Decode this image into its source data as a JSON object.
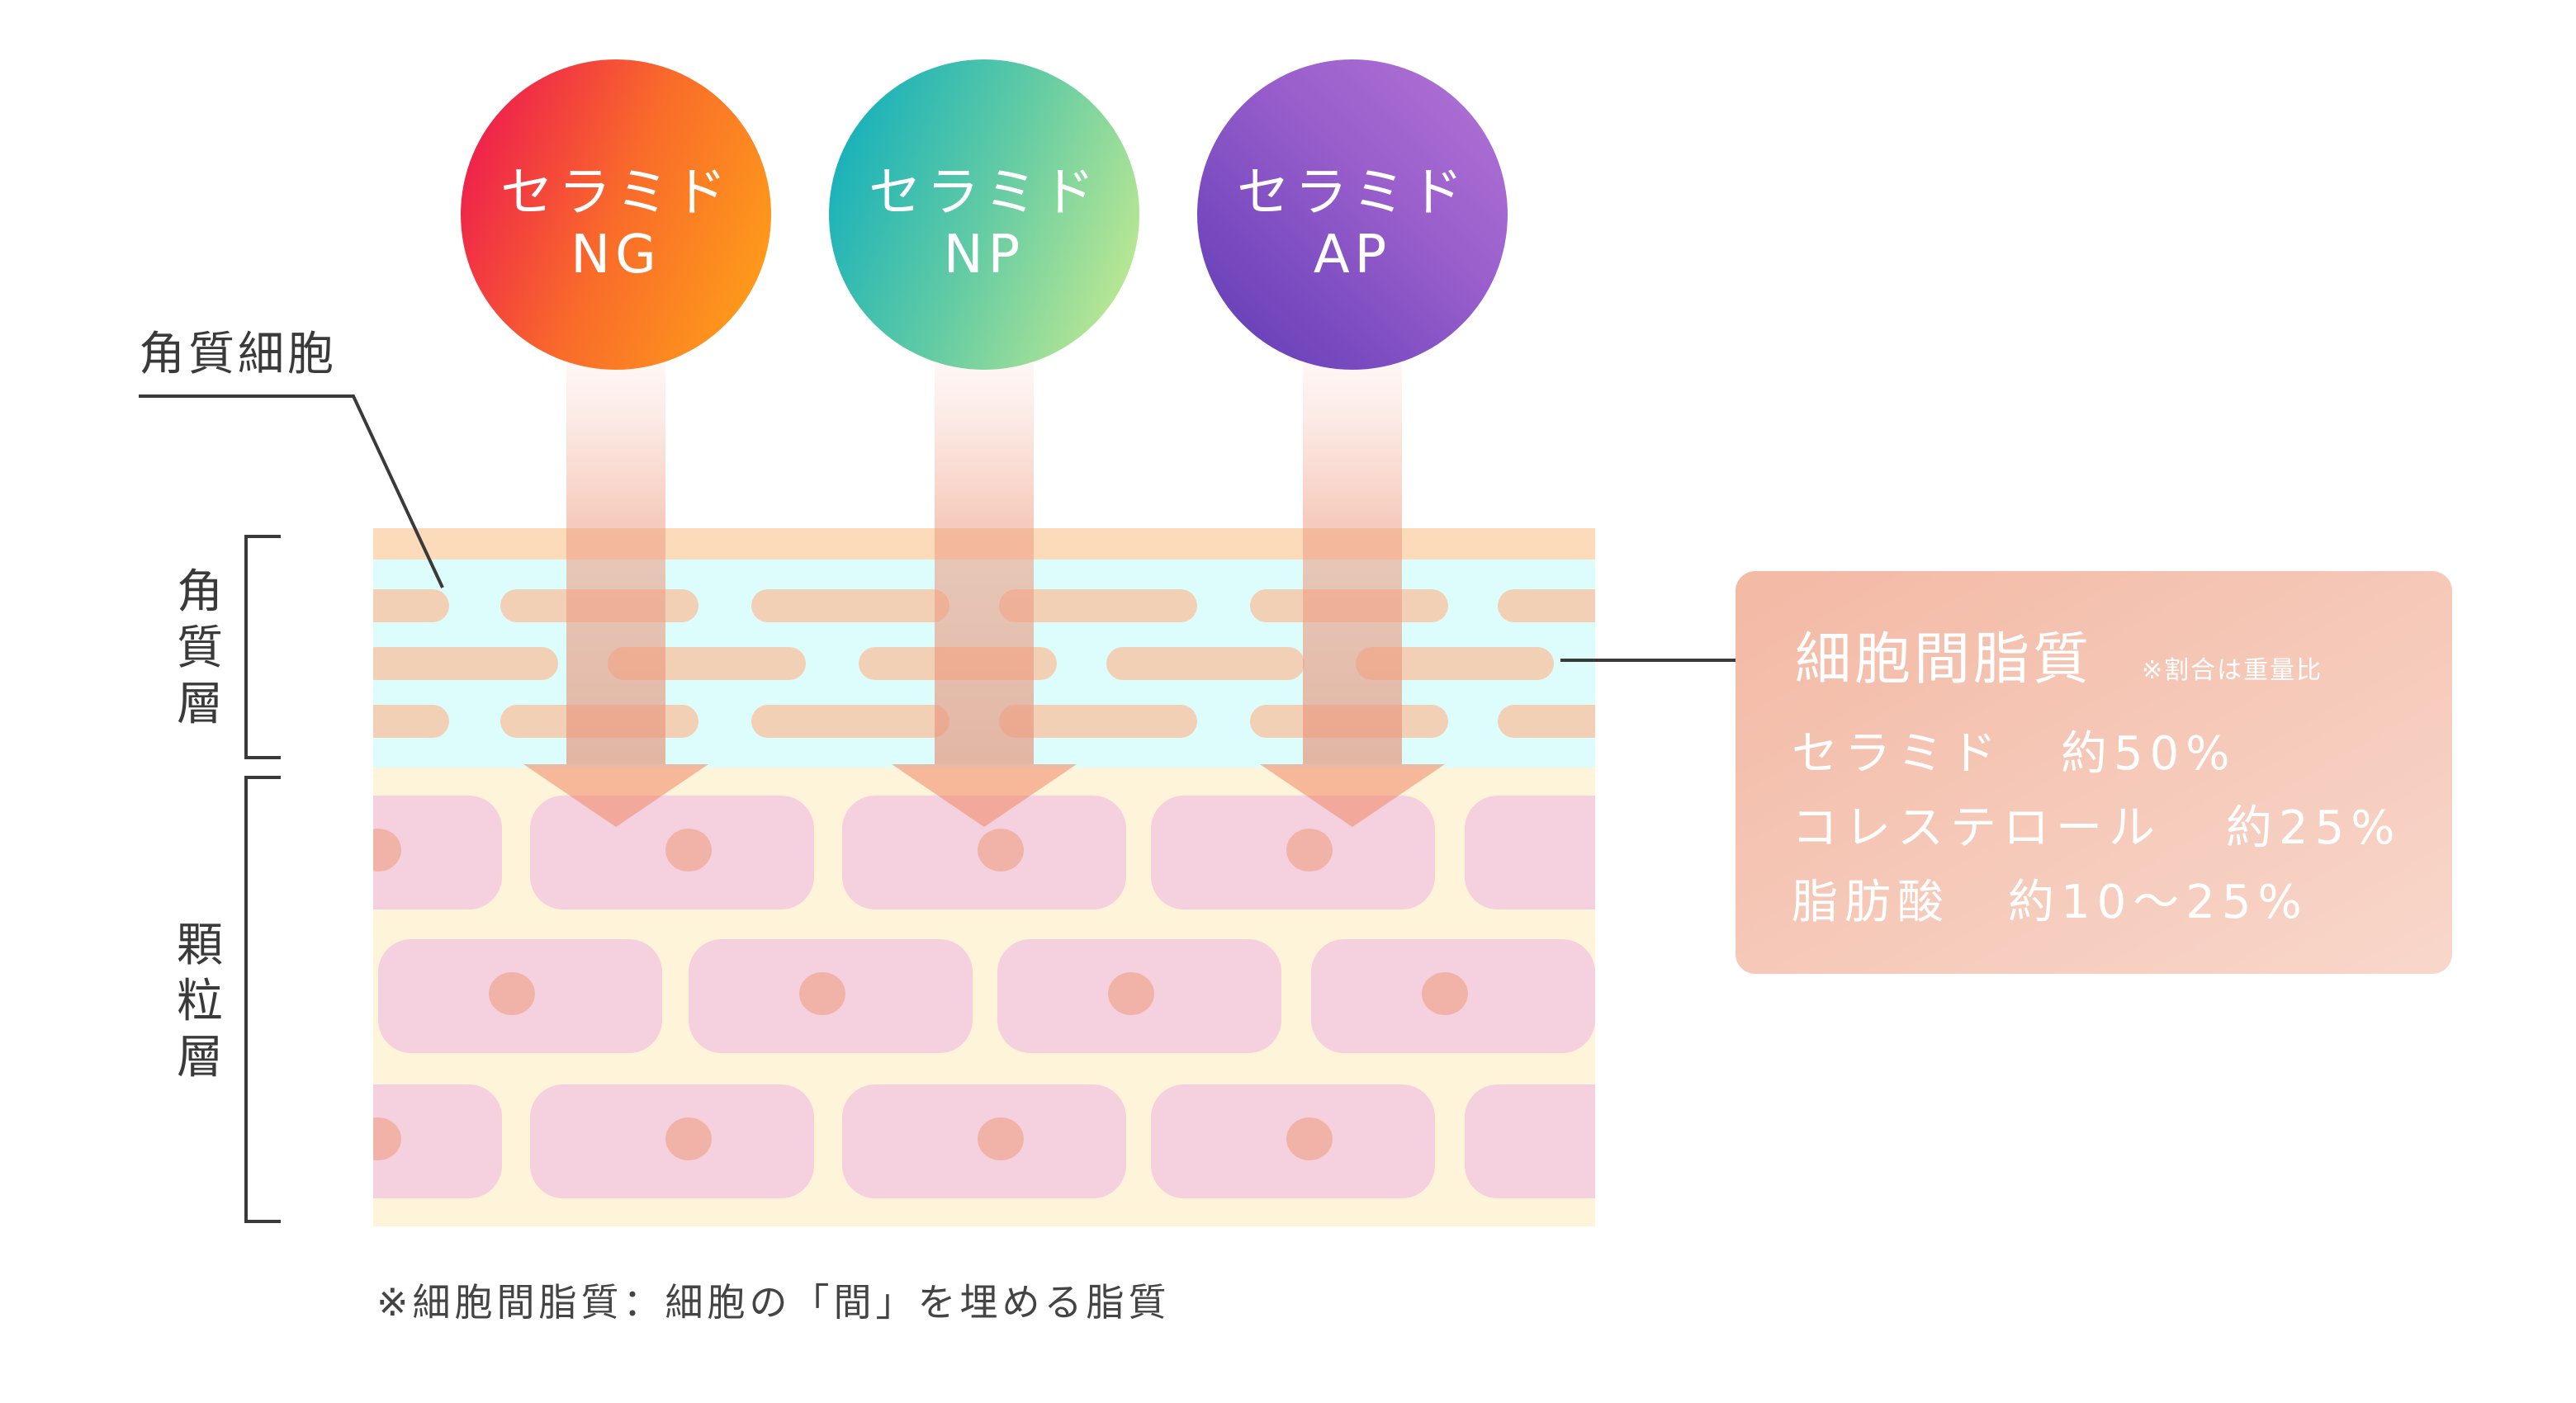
{
  "ceramides": [
    {
      "line1": "セラミド",
      "line2": "NG",
      "colors": [
        "#ee1e4e",
        "#f96b2a",
        "#fe9c1a"
      ]
    },
    {
      "line1": "セラミド",
      "line2": "NP",
      "colors": [
        "#16b0bb",
        "#62cba4",
        "#bde892"
      ]
    },
    {
      "line1": "セラミド",
      "line2": "AP",
      "colors": [
        "#6a40b8",
        "#9a5fcc",
        "#b374d6"
      ]
    }
  ],
  "labels": {
    "corneocyte": "角質細胞",
    "stratum_corneum": [
      "角",
      "質",
      "層"
    ],
    "granular_layer": [
      "顆",
      "粒",
      "層"
    ]
  },
  "info_box": {
    "title": "細胞間脂質",
    "note": "※割合は重量比",
    "rows": [
      {
        "name": "セラミド",
        "value": "約50%"
      },
      {
        "name": "コレステロール",
        "value": "約25%"
      },
      {
        "name": "脂肪酸",
        "value": "約10～25%"
      }
    ]
  },
  "footnote": "※細胞間脂質：細胞の「間」を埋める脂質"
}
